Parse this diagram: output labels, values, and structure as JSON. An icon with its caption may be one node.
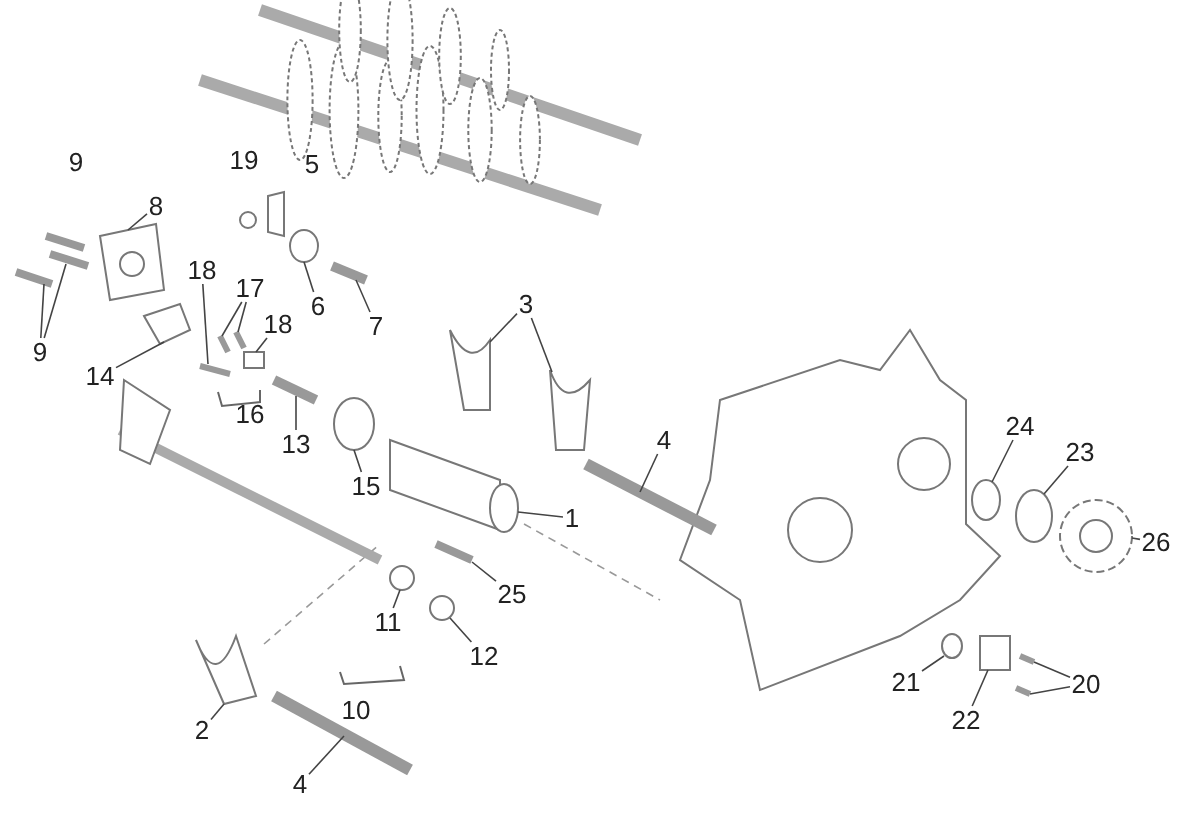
{
  "diagram": {
    "nodes": [
      {
        "text": [
          "8"
        ]
      },
      {
        "text": [
          "9"
        ]
      },
      {
        "text": [
          "6"
        ]
      },
      {
        "text": [
          "7"
        ]
      },
      {
        "text": [
          "18"
        ]
      },
      {
        "text": [
          "17"
        ]
      },
      {
        "text": [
          "18"
        ]
      },
      {
        "text": [
          "14"
        ]
      },
      {
        "text": [
          "13"
        ]
      },
      {
        "text": [
          "15"
        ]
      },
      {
        "text": [
          "3"
        ]
      },
      {
        "text": [
          "1"
        ]
      },
      {
        "text": [
          "4"
        ]
      },
      {
        "text": [
          "25"
        ]
      },
      {
        "text": [
          "11"
        ]
      },
      {
        "text": [
          "12"
        ]
      },
      {
        "text": [
          "2"
        ]
      },
      {
        "text": [
          "4"
        ]
      },
      {
        "text": [
          "24"
        ]
      },
      {
        "text": [
          "23"
        ]
      },
      {
        "text": [
          "26"
        ]
      },
      {
        "text": [
          "21"
        ]
      },
      {
        "text": [
          "22"
        ]
      },
      {
        "text": [
          "20"
        ]
      },
      {
        "text": [],
        "shape": "picture"
      },
      {
        "text": [],
        "shape": "picture"
      },
      {
        "text": [],
        "shape": "picture"
      },
      {
        "text": [],
        "shape": "circle"
      },
      {
        "text": [],
        "shape": "picture"
      },
      {
        "text": [],
        "shape": "picture"
      },
      {
        "text": [],
        "shape": "picture"
      },
      {
        "text": [],
        "shape": "picture"
      },
      {
        "text": [],
        "shape": "box"
      },
      {
        "text": [],
        "shape": "picture"
      },
      {
        "text": [],
        "shape": "picture"
      },
      {
        "text": [],
        "shape": "circle"
      },
      {
        "text": [],
        "shape": "picture"
      },
      {
        "text": [],
        "shape": "picture"
      },
      {
        "text": [],
        "shape": "cylinder"
      },
      {
        "text": [],
        "shape": "picture"
      },
      {
        "text": [],
        "shape": "picture"
      },
      {
        "text": [],
        "shape": "circle"
      },
      {
        "text": [],
        "shape": "circle"
      },
      {
        "text": [],
        "shape": "picture"
      },
      {
        "text": [],
        "shape": "picture"
      },
      {
        "text": [],
        "shape": "circle"
      },
      {
        "text": [],
        "shape": "circle"
      },
      {
        "text": [],
        "shape": "picture"
      },
      {
        "text": [],
        "shape": "circle"
      },
      {
        "text": [],
        "shape": "box"
      },
      {
        "text": [],
        "shape": "picture"
      },
      {
        "text": [],
        "shape": "picture"
      }
    ],
    "edges": [
      {
        "from": 0,
        "to": 24,
        "arrow": "none"
      },
      {
        "from": 1,
        "to": 25,
        "arrow": "none"
      },
      {
        "from": 1,
        "to": 26,
        "arrow": "none"
      },
      {
        "from": 2,
        "to": 27,
        "arrow": "none"
      },
      {
        "from": 3,
        "to": 28,
        "arrow": "none"
      },
      {
        "from": 4,
        "to": 29,
        "arrow": "none"
      },
      {
        "from": 5,
        "to": 30,
        "arrow": "none"
      },
      {
        "from": 5,
        "to": 31,
        "arrow": "none"
      },
      {
        "from": 6,
        "to": 32,
        "arrow": "none"
      },
      {
        "from": 7,
        "to": 33,
        "arrow": "none"
      },
      {
        "from": 8,
        "to": 34,
        "arrow": "none"
      },
      {
        "from": 9,
        "to": 35,
        "arrow": "none"
      },
      {
        "from": 10,
        "to": 36,
        "arrow": "none"
      },
      {
        "from": 10,
        "to": 37,
        "arrow": "none"
      },
      {
        "from": 11,
        "to": 38,
        "arrow": "none"
      },
      {
        "from": 12,
        "to": 39,
        "arrow": "none"
      },
      {
        "from": 13,
        "to": 40,
        "arrow": "none"
      },
      {
        "from": 14,
        "to": 41,
        "arrow": "none"
      },
      {
        "from": 15,
        "to": 42,
        "arrow": "none"
      },
      {
        "from": 16,
        "to": 43,
        "arrow": "none"
      },
      {
        "from": 17,
        "to": 44,
        "arrow": "none"
      },
      {
        "from": 18,
        "to": 45,
        "arrow": "none"
      },
      {
        "from": 19,
        "to": 46,
        "arrow": "none"
      },
      {
        "from": 20,
        "to": 47,
        "arrow": "none"
      },
      {
        "from": 21,
        "to": 48,
        "arrow": "none"
      },
      {
        "from": 22,
        "to": 49,
        "arrow": "none"
      },
      {
        "from": 23,
        "to": 50,
        "arrow": "none"
      },
      {
        "from": 23,
        "to": 51,
        "arrow": "none"
      }
    ],
    "labels": [
      "9",
      "19",
      "5",
      "16",
      "10"
    ]
  }
}
